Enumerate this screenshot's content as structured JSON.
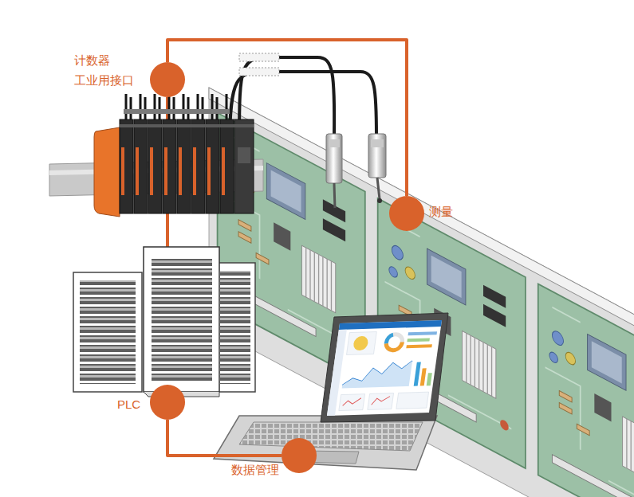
{
  "diagram": {
    "nodes": [
      {
        "text": [
          "计数器",
          "工业用接口"
        ]
      },
      {
        "text": [
          "测量"
        ]
      },
      {
        "text": [
          "PLC"
        ]
      },
      {
        "text": [
          "数据管理"
        ]
      }
    ],
    "edges": [
      {
        "from": 0,
        "to": 1,
        "arrow": "none"
      },
      {
        "from": 0,
        "to": 2,
        "arrow": "none"
      },
      {
        "from": 2,
        "to": 3,
        "arrow": "none"
      }
    ]
  }
}
